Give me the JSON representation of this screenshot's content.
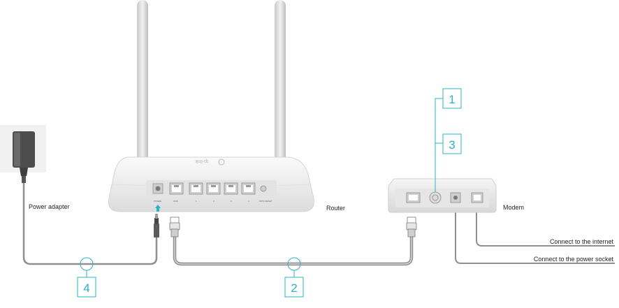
{
  "labels": {
    "power_adapter": "Power adapter",
    "router": "Router",
    "modem": "Modem",
    "internet": "Connect to the internet",
    "power_socket": "Connect to the power socket"
  },
  "router_ports": {
    "power": "POWER",
    "wan": "WAN",
    "lan1": "1",
    "lan2": "2",
    "lan3": "3",
    "lan4": "4",
    "reset": "WPS/ RESET"
  },
  "router_logo": "tp-link",
  "steps": {
    "one": "1",
    "two": "2",
    "three": "3",
    "four": "4"
  },
  "colors": {
    "step_accent": "#2ab4c6",
    "cable": "#8f8f8f",
    "device_body": "#eeeeee",
    "arrow": "#2ab4c6"
  }
}
